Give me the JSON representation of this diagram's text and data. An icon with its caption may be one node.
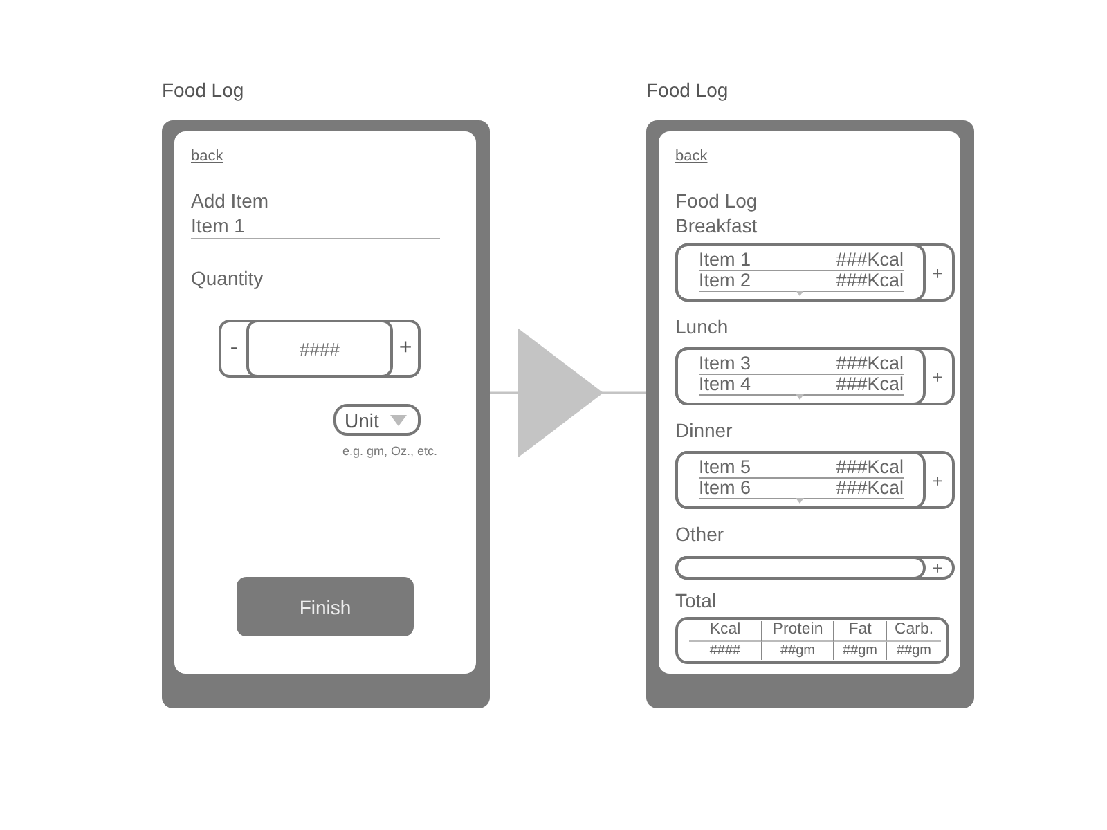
{
  "diagram": {
    "nodes": [
      {
        "text": [
          "Food Log"
        ]
      },
      {
        "text": [
          "-",
          "####",
          "+"
        ],
        "in": 0
      },
      {
        "text": [
          "Unit"
        ],
        "beside": [
          "e.g. gm, Oz., etc."
        ],
        "in": 0
      },
      {
        "text": [
          "Finish"
        ],
        "in": 0
      },
      {
        "text": [
          "Food Log"
        ]
      },
      {
        "text": [
          "Item 1",
          "###Kcal",
          "Item 2",
          "###Kcal",
          "+"
        ],
        "in": 4
      },
      {
        "text": [
          "Item 3",
          "###Kcal",
          "Item 4",
          "###Kcal",
          "+"
        ],
        "in": 4
      },
      {
        "text": [
          "Item 5",
          "###Kcal",
          "Item 6",
          "###Kcal",
          "+"
        ],
        "in": 4
      },
      {
        "text": [
          "+"
        ],
        "in": 4
      },
      {
        "text": [
          "Kcal",
          "Protein",
          "Fat",
          "Carb.",
          "####",
          "##gm",
          "##gm",
          "##gm"
        ],
        "in": 4
      }
    ],
    "edges": [
      {
        "from": 0,
        "to": 4,
        "arrow": "to"
      }
    ],
    "labels": [
      "back",
      "Add Item",
      "Item 1",
      "Quantity",
      "back",
      "Food Log",
      "Breakfast",
      "Lunch",
      "Dinner",
      "Other",
      "Total"
    ]
  }
}
